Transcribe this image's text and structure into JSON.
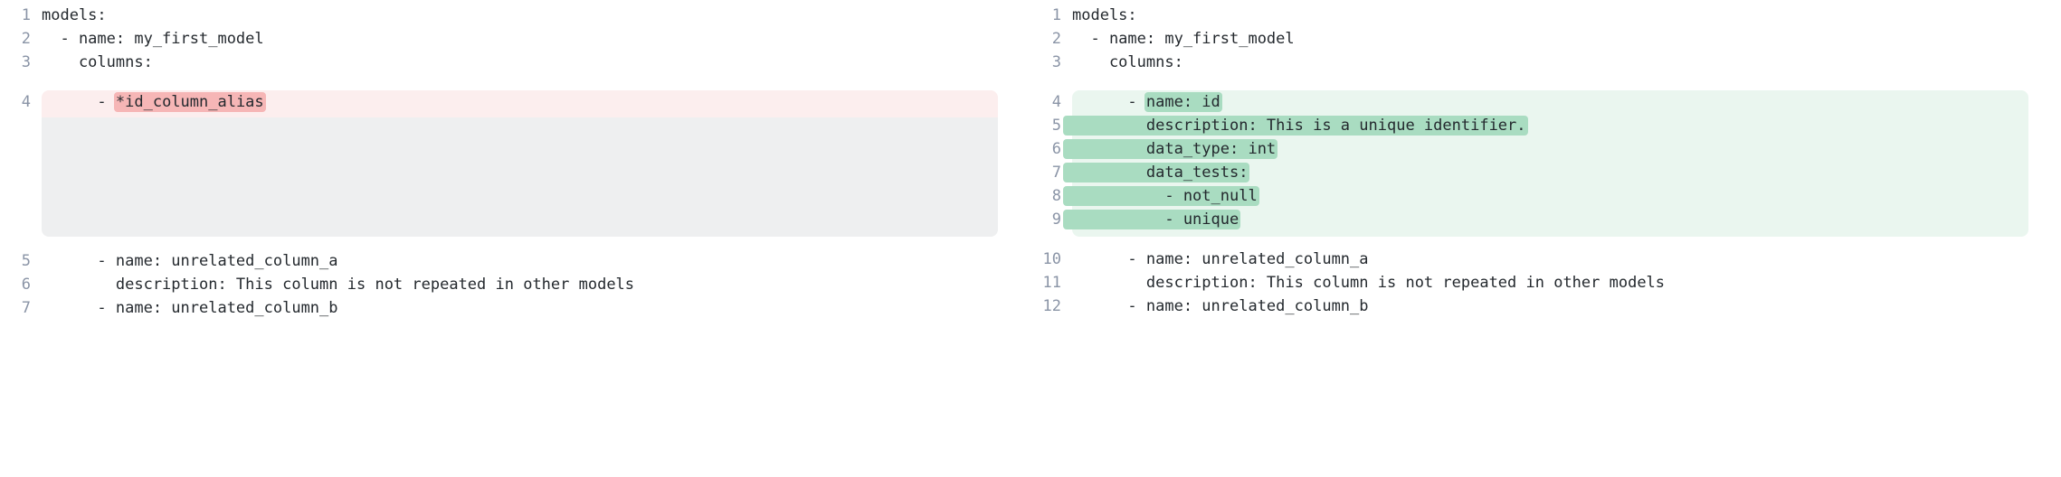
{
  "diff": {
    "type": "side-by-side-code-diff",
    "language": "yaml",
    "colors": {
      "page_background": "#ffffff",
      "code_text": "#24292e",
      "line_number": "#8a94a6",
      "removed_line_band": "#fceeee",
      "removed_inline_highlight": "#f6b6b6",
      "removed_body_placeholder": "#eeeff0",
      "added_line_band": "#eaf6ef",
      "added_inline_highlight": "#a9dcc1"
    },
    "left_pane": {
      "name": "before",
      "lines": [
        {
          "number": "1",
          "text": "models:",
          "segments": [
            {
              "text": "models:",
              "mark": "none"
            }
          ],
          "band": "none"
        },
        {
          "number": "2",
          "text": "  - name: my_first_model",
          "segments": [
            {
              "text": "  - name: my_first_model",
              "mark": "none"
            }
          ],
          "band": "none"
        },
        {
          "number": "3",
          "text": "    columns:",
          "segments": [
            {
              "text": "    columns:",
              "mark": "none"
            }
          ],
          "band": "none"
        },
        {
          "number": "4",
          "text": "      - *id_column_alias",
          "segments": [
            {
              "text": "      - ",
              "mark": "none"
            },
            {
              "text": "*id_column_alias",
              "mark": "del"
            }
          ],
          "band": "removed"
        },
        {
          "number": "5",
          "text": "      - name: unrelated_column_a",
          "segments": [
            {
              "text": "      - name: unrelated_column_a",
              "mark": "none"
            }
          ],
          "band": "none"
        },
        {
          "number": "6",
          "text": "        description: This column is not repeated in other models",
          "segments": [
            {
              "text": "        description: This column is not repeated in other models",
              "mark": "none"
            }
          ],
          "band": "none"
        },
        {
          "number": "7",
          "text": "      - name: unrelated_column_b",
          "segments": [
            {
              "text": "      - name: unrelated_column_b",
              "mark": "none"
            }
          ],
          "band": "none"
        }
      ]
    },
    "right_pane": {
      "name": "after",
      "lines": [
        {
          "number": "1",
          "text": "models:",
          "segments": [
            {
              "text": "models:",
              "mark": "none"
            }
          ],
          "band": "none"
        },
        {
          "number": "2",
          "text": "  - name: my_first_model",
          "segments": [
            {
              "text": "  - name: my_first_model",
              "mark": "none"
            }
          ],
          "band": "none"
        },
        {
          "number": "3",
          "text": "    columns:",
          "segments": [
            {
              "text": "    columns:",
              "mark": "none"
            }
          ],
          "band": "none"
        },
        {
          "number": "4",
          "text": "      - name: id",
          "segments": [
            {
              "text": "      - ",
              "mark": "none"
            },
            {
              "text": "name: id",
              "mark": "add"
            }
          ],
          "band": "added"
        },
        {
          "number": "5",
          "text": "        description: This is a unique identifier.",
          "segments": [
            {
              "text": "        description: This is a unique identifier.",
              "mark": "add-full"
            }
          ],
          "band": "added"
        },
        {
          "number": "6",
          "text": "        data_type: int",
          "segments": [
            {
              "text": "        data_type: int",
              "mark": "add-full"
            }
          ],
          "band": "added"
        },
        {
          "number": "7",
          "text": "        data_tests:",
          "segments": [
            {
              "text": "        data_tests:",
              "mark": "add-full"
            }
          ],
          "band": "added"
        },
        {
          "number": "8",
          "text": "          - not_null",
          "segments": [
            {
              "text": "          - not_null",
              "mark": "add-full"
            }
          ],
          "band": "added"
        },
        {
          "number": "9",
          "text": "          - unique",
          "segments": [
            {
              "text": "          - unique",
              "mark": "add-full"
            }
          ],
          "band": "added"
        },
        {
          "number": "10",
          "text": "      - name: unrelated_column_a",
          "segments": [
            {
              "text": "      - name: unrelated_column_a",
              "mark": "none"
            }
          ],
          "band": "none"
        },
        {
          "number": "11",
          "text": "        description: This column is not repeated in other models",
          "segments": [
            {
              "text": "        description: This column is not repeated in other models",
              "mark": "none"
            }
          ],
          "band": "none"
        },
        {
          "number": "12",
          "text": "      - name: unrelated_column_b",
          "segments": [
            {
              "text": "      - name: unrelated_column_b",
              "mark": "none"
            }
          ],
          "band": "none"
        }
      ]
    }
  }
}
